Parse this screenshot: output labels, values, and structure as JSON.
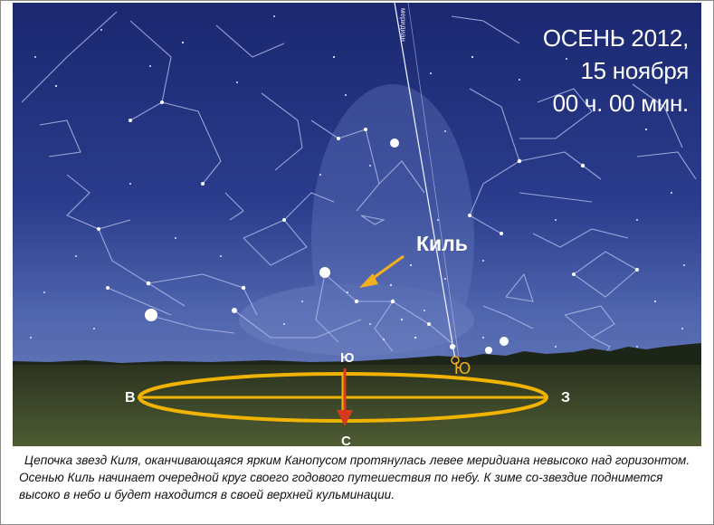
{
  "title": {
    "line1": "ОСЕНЬ 2012,",
    "line2": "15 ноября",
    "line3": "00 ч. 00 мин."
  },
  "constellation_label": "Киль",
  "meridian_label": "меридиан",
  "compass": {
    "west": "В",
    "east": "З",
    "north_mark": "Ю",
    "south": "С"
  },
  "meridian_marker": "Ю",
  "caption": "Цепочка звезд Киля, оканчивающаяся ярким Канопусом протянулась левее меридиана невысоко над горизонтом. Осенью Киль начинает очередной круг своего годового путешествия по небу. К зиме со-звездие поднимется высоко в небо и будет находится в своей верхней кульминации.",
  "colors": {
    "sky_top": "#1c2a73",
    "sky_bottom": "#3c56a6",
    "ground": "#3e4a2a",
    "horizon_ring": "#f0b400",
    "arrow": "#d63a1a",
    "pointer": "#f2b01e"
  }
}
